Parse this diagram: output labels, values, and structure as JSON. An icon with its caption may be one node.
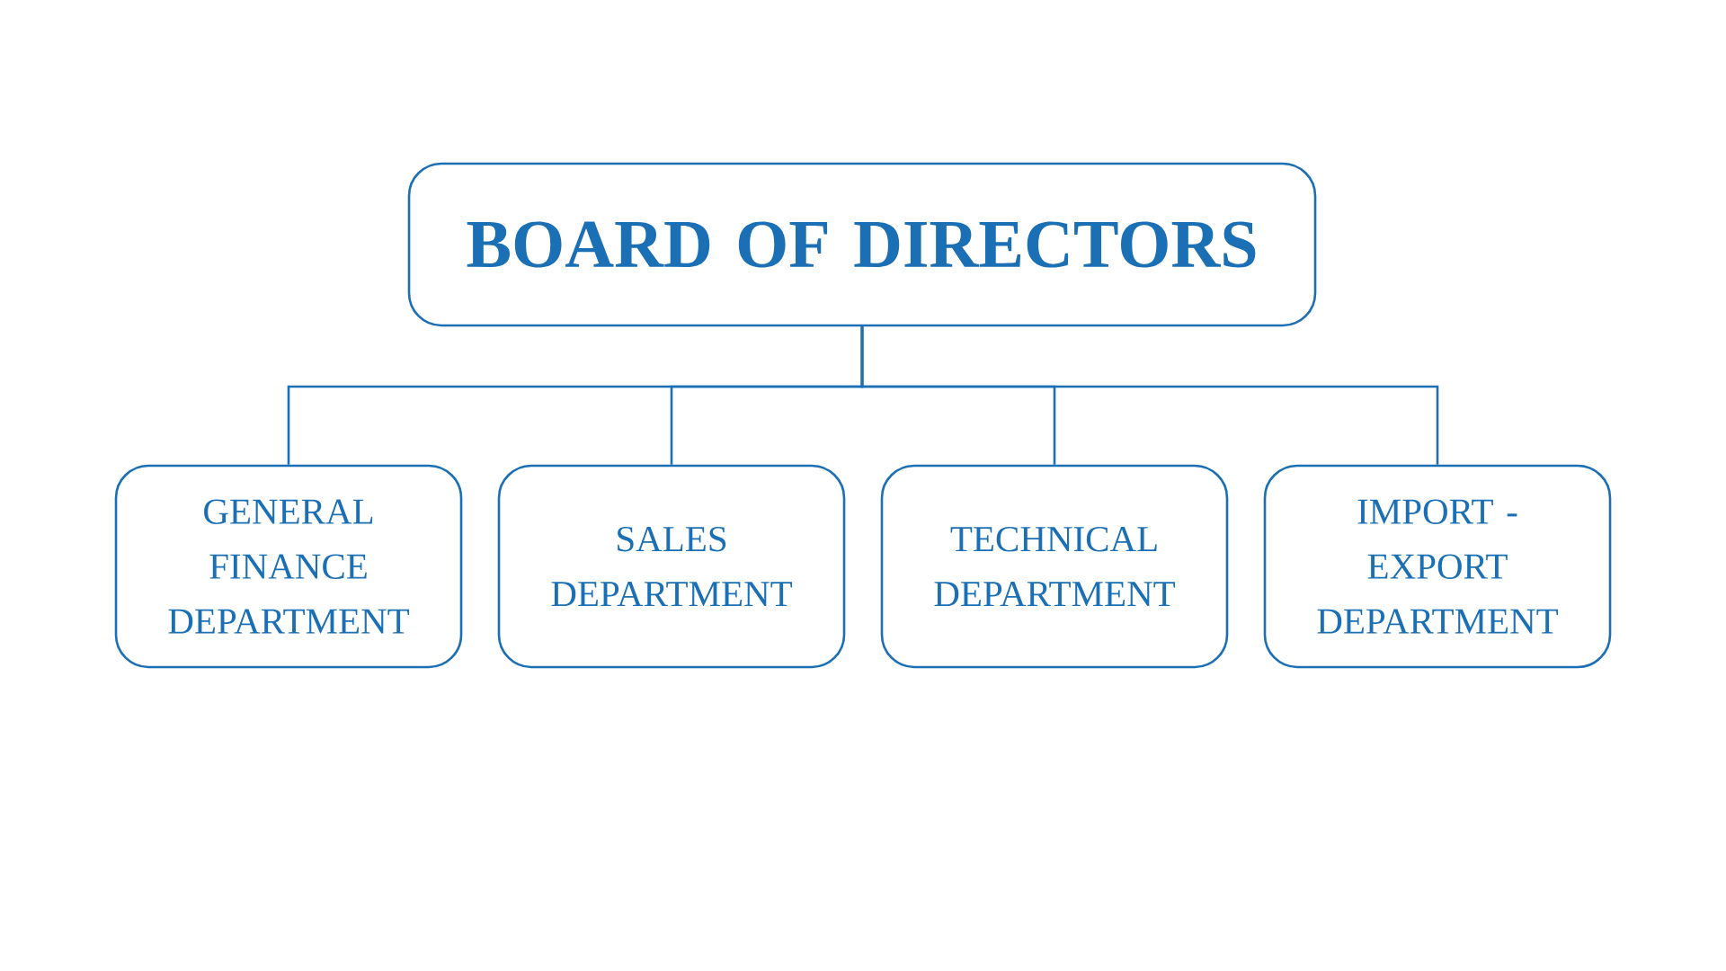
{
  "diagram": {
    "nodes": [
      {
        "text": [
          "BOARD OF DIRECTORS"
        ]
      },
      {
        "text": [
          "GENERAL FINANCE DEPARTMENT"
        ]
      },
      {
        "text": [
          "SALES DEPARTMENT"
        ]
      },
      {
        "text": [
          "TECHNICAL DEPARTMENT"
        ]
      },
      {
        "text": [
          "IMPORT - EXPORT DEPARTMENT"
        ]
      }
    ],
    "edges": [
      {
        "from": 0,
        "to": 1,
        "arrow": "none"
      },
      {
        "from": 0,
        "to": 2,
        "arrow": "none"
      },
      {
        "from": 0,
        "to": 3,
        "arrow": "none"
      },
      {
        "from": 0,
        "to": 4,
        "arrow": "none"
      }
    ]
  }
}
